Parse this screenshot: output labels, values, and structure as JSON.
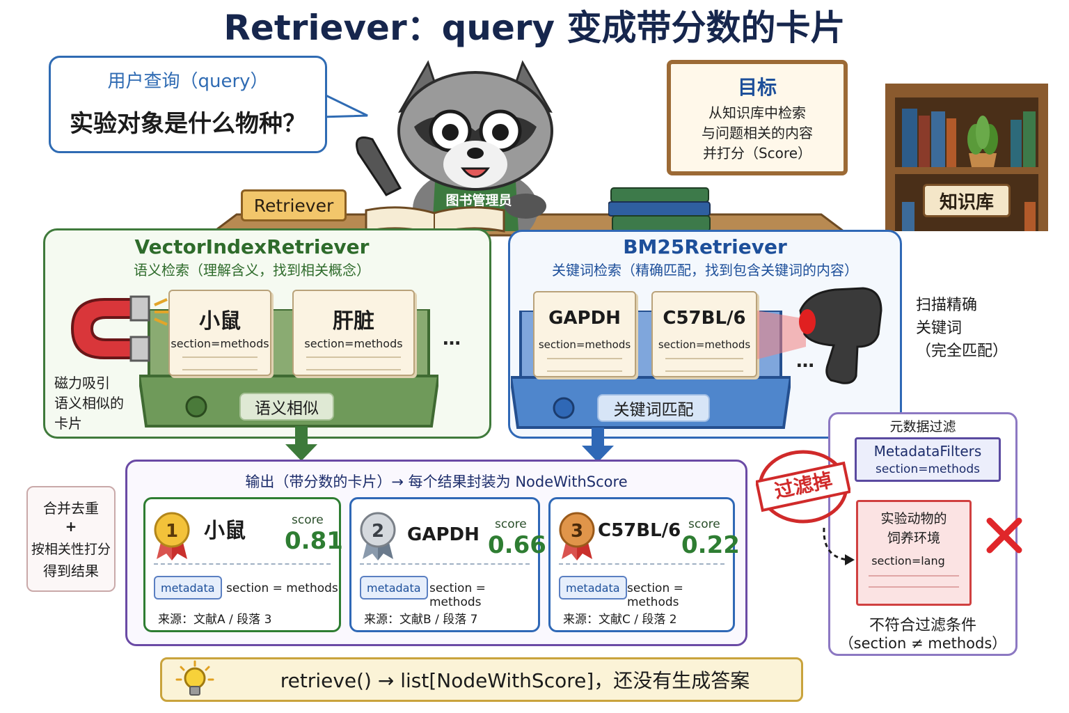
{
  "title": "Retriever：query 变成带分数的卡片",
  "query": {
    "label": "用户查询（query）",
    "text": "实验对象是什么物种？"
  },
  "goal": {
    "title": "目标",
    "lines": [
      "从知识库中检索",
      "与问题相关的内容",
      "并打分（Score）"
    ]
  },
  "library_label": "知识库",
  "librarian_label": "图书管理员",
  "retriever_tag": "Retriever",
  "vector": {
    "title": "VectorIndexRetriever",
    "subtitle": "语义检索（理解含义，找到相关概念）",
    "cards": [
      {
        "title": "小鼠",
        "section": "section=methods"
      },
      {
        "title": "肝脏",
        "section": "section=methods"
      }
    ],
    "ellipsis": "…",
    "tray_label": "语义相似",
    "magnet_note": [
      "磁力吸引",
      "语义相似的",
      "卡片"
    ],
    "colors": {
      "border": "#3f7a3b",
      "tray": "#6f9a5a"
    }
  },
  "bm25": {
    "title": "BM25Retriever",
    "subtitle": "关键词检索（精确匹配，找到包含关键词的内容）",
    "cards": [
      {
        "title": "GAPDH",
        "section": "section=methods"
      },
      {
        "title": "C57BL/6",
        "section": "section=methods"
      }
    ],
    "ellipsis": "…",
    "tray_label": "关键词匹配",
    "scanner_note": [
      "扫描精确",
      "关键词",
      "（完全匹配）"
    ],
    "colors": {
      "border": "#2f68b6",
      "tray": "#4f86cc"
    }
  },
  "merge": {
    "lines": [
      "合并去重",
      "+",
      "按相关性打分",
      "得到结果"
    ]
  },
  "output": {
    "title": "输出（带分数的卡片）→ 每个结果封装为 NodeWithScore",
    "results": [
      {
        "rank": "1",
        "name": "小鼠",
        "score_label": "score",
        "score": "0.81",
        "meta_tag": "metadata",
        "meta": "section = methods",
        "source": "来源：文献A / 段落 3",
        "color": "#2e7d32"
      },
      {
        "rank": "2",
        "name": "GAPDH",
        "score_label": "score",
        "score": "0.66",
        "meta_tag": "metadata",
        "meta": "section = methods",
        "source": "来源：文献B / 段落 7",
        "color": "#2e7d32"
      },
      {
        "rank": "3",
        "name": "C57BL/6",
        "score_label": "score",
        "score": "0.22",
        "meta_tag": "metadata",
        "meta": "section = methods",
        "source": "来源：文献C / 段落 2",
        "color": "#2e7d32"
      }
    ]
  },
  "filter": {
    "title": "元数据过滤",
    "box_title": "MetadataFilters",
    "box_sub": "section=methods",
    "stamp": "过滤掉",
    "rejected": {
      "line1": "实验动物的",
      "line2": "饲养环境",
      "section": "section=lang"
    },
    "note1": "不符合过滤条件",
    "note2": "（section ≠ methods）"
  },
  "bottom": {
    "text": "retrieve() → list[NodeWithScore]，还没有生成答案"
  }
}
